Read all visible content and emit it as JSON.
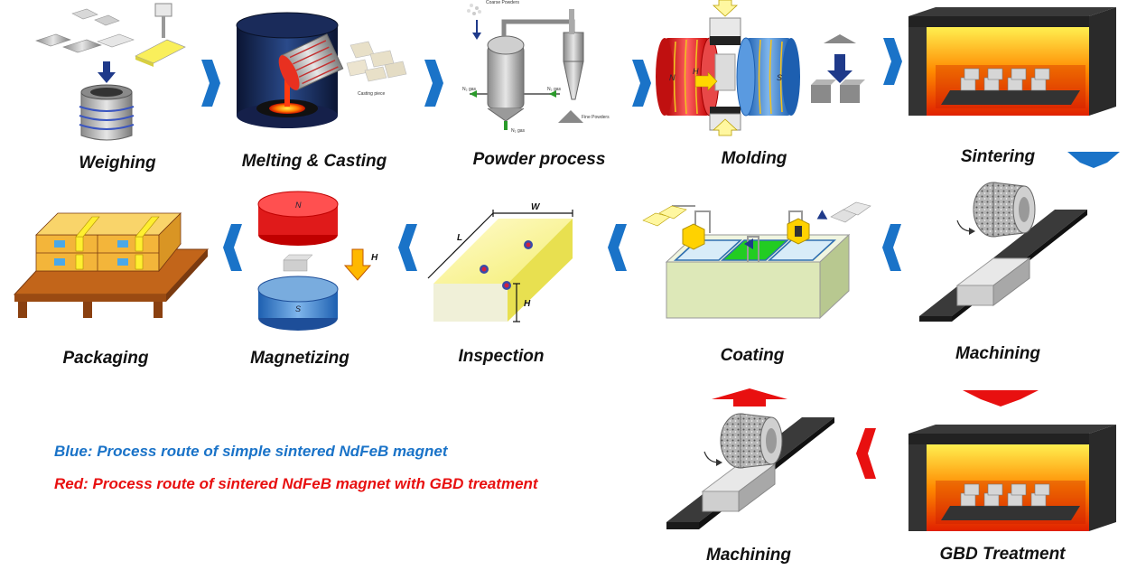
{
  "steps": {
    "weighing": "Weighing",
    "melting": "Melting & Casting",
    "powder": "Powder process",
    "molding": "Molding",
    "sintering": "Sintering",
    "machining": "Machining",
    "coating": "Coating",
    "inspection": "Inspection",
    "magnetizing": "Magnetizing",
    "packaging": "Packaging",
    "machining2": "Machining",
    "gbd": "GBD Treatment"
  },
  "small_labels": {
    "casting_piece": "Casting piece",
    "coarse_powders": "Coarse Powders",
    "fine_powders": "Fine Powders",
    "n2_gas_left": "N₂ gas",
    "n2_gas_right": "N₂ gas",
    "n2_gas_bottom": "N₂ gas"
  },
  "symbols": {
    "h_molding": "H",
    "n_molding": "N",
    "s_molding": "S",
    "h_magnetizing": "H",
    "n_magnetizing": "N",
    "s_magnetizing": "S",
    "dim_w": "W",
    "dim_l": "L",
    "dim_h": "H"
  },
  "legend": {
    "blue": "Blue: Process route of simple sintered NdFeB magnet",
    "red": "Red: Process route of sintered NdFeB magnet with GBD treatment"
  },
  "colors": {
    "blue_route": "#1a73c8",
    "red_route": "#e81010"
  }
}
